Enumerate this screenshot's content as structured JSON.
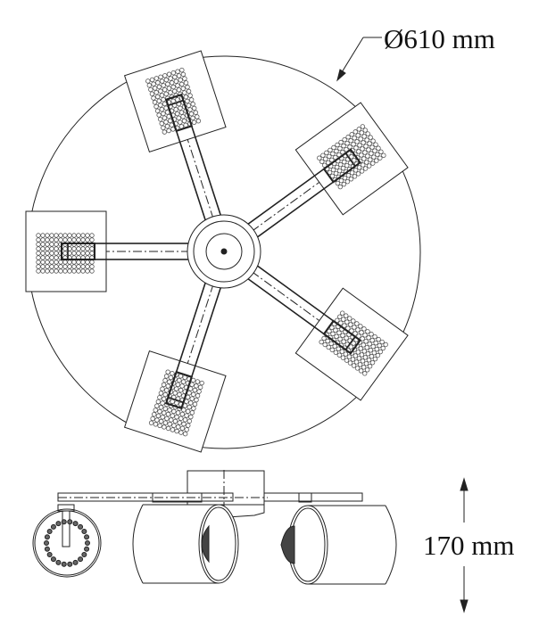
{
  "top_view": {
    "diameter_label": "Ø610 mm",
    "arm_count": 5
  },
  "side_view": {
    "height_label": "170 mm"
  },
  "colors": {
    "line": "#222222",
    "background": "#ffffff"
  }
}
